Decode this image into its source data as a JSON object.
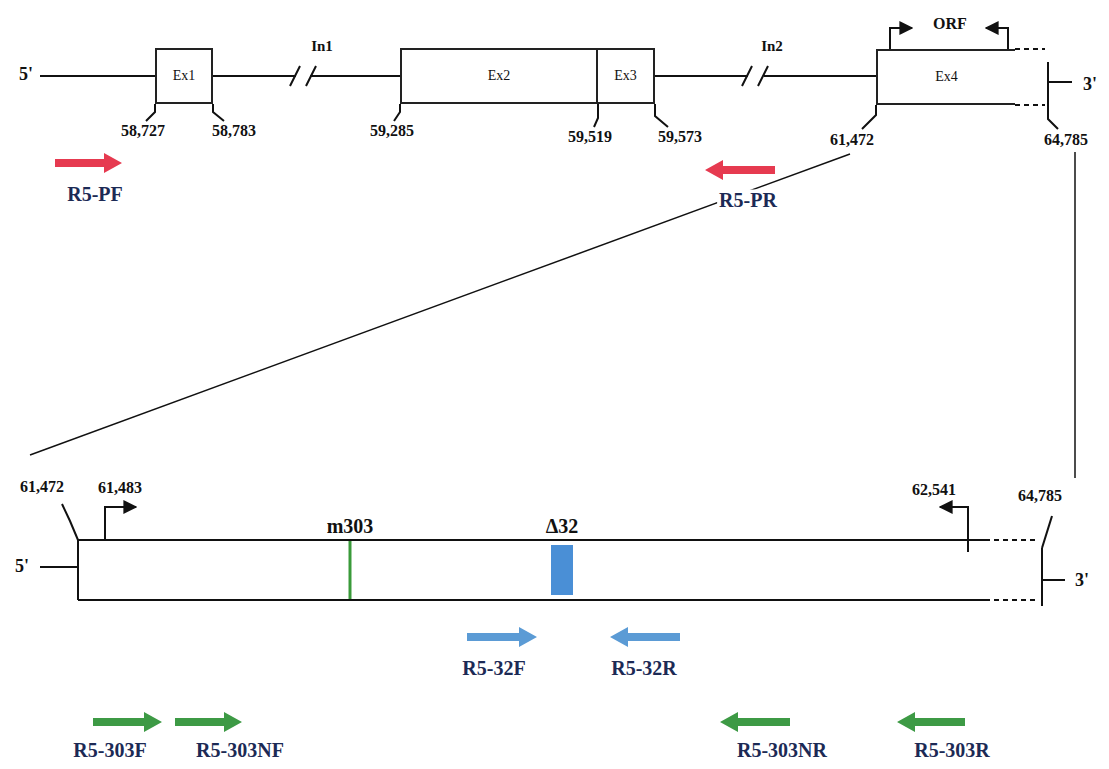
{
  "diagram": {
    "nodes": [
      {
        "text": [
          "Ex1"
        ]
      },
      {
        "text": [
          "Ex2"
        ]
      },
      {
        "text": [
          "Ex3"
        ]
      },
      {
        "text": [
          "Ex4"
        ]
      }
    ],
    "labels": [
      "5'",
      "In1",
      "In2",
      "ORF",
      "3'",
      "58,727",
      "58,783",
      "59,285",
      "59,519",
      "59,573",
      "61,472",
      "64,785",
      "R5-PF",
      "R5-PR",
      "61,472",
      "61,483",
      "62,541",
      "64,785",
      "m303",
      "Δ32",
      "5'",
      "3'",
      "R5-32F",
      "R5-32R",
      "R5-303F",
      "R5-303NF",
      "R5-303NR",
      "R5-303R"
    ]
  }
}
